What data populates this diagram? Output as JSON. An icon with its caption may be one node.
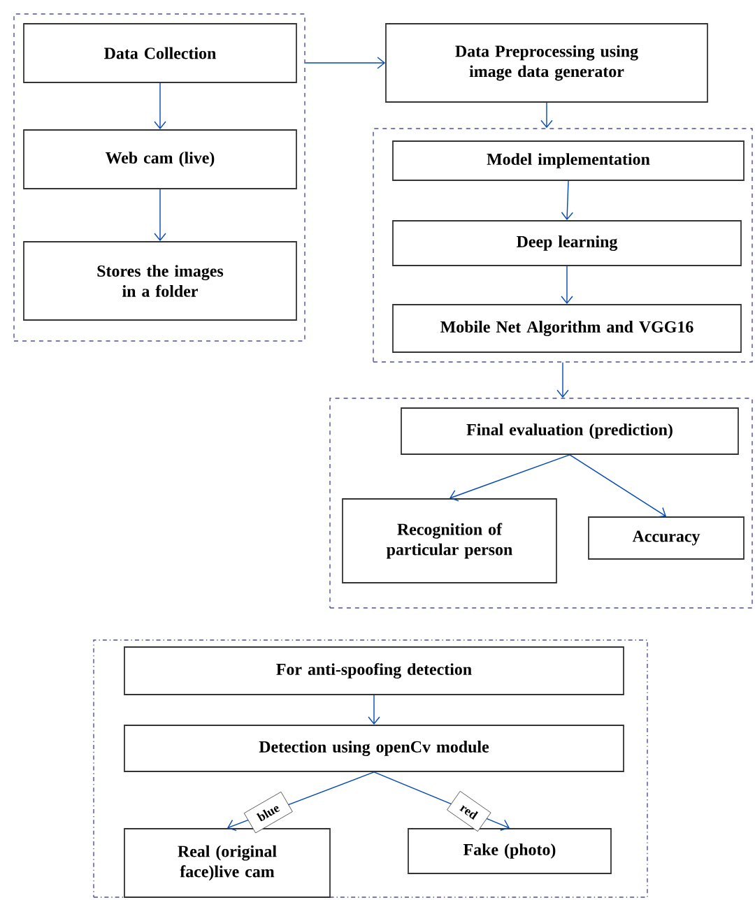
{
  "diagram": {
    "nodes": [
      {
        "text": [],
        "shape": "box"
      },
      {
        "text": [
          "Data Collection"
        ],
        "in": 0
      },
      {
        "text": [
          "Web cam (live)"
        ],
        "in": 0
      },
      {
        "text": [
          "Stores the images in a folder"
        ],
        "in": 0
      },
      {
        "text": [
          "Data Preprocessing using image data generator"
        ]
      },
      {
        "text": [],
        "shape": "box"
      },
      {
        "text": [
          "Model implementation"
        ],
        "in": 5
      },
      {
        "text": [
          "Deep learning"
        ],
        "in": 5
      },
      {
        "text": [
          "Mobile Net Algorithm and VGG16"
        ],
        "in": 5
      },
      {
        "text": [],
        "shape": "box"
      },
      {
        "text": [
          "Final evaluation (prediction)"
        ],
        "in": 9
      },
      {
        "text": [
          "Recognition of particular person"
        ],
        "in": 9
      },
      {
        "text": [
          "Accuracy"
        ],
        "in": 9
      },
      {
        "text": [],
        "shape": "box"
      },
      {
        "text": [
          "For anti-spoofing detection"
        ],
        "in": 13
      },
      {
        "text": [
          "Detection using openCv module"
        ],
        "in": 13
      },
      {
        "text": [
          "Real (original face)live cam"
        ],
        "in": 13
      },
      {
        "text": [
          "Fake (photo)"
        ],
        "in": 13
      }
    ],
    "edges": [
      {
        "from": 0,
        "to": 4,
        "arrow": "to"
      },
      {
        "from": 1,
        "to": 2,
        "arrow": "to"
      },
      {
        "from": 2,
        "to": 3,
        "arrow": "to"
      },
      {
        "from": 4,
        "to": 5,
        "arrow": "to"
      },
      {
        "from": 6,
        "to": 7,
        "arrow": "to"
      },
      {
        "from": 7,
        "to": 8,
        "arrow": "to"
      },
      {
        "from": 5,
        "to": 9,
        "arrow": "to"
      },
      {
        "from": 10,
        "to": 11,
        "arrow": "to"
      },
      {
        "from": 10,
        "to": 12,
        "arrow": "to"
      },
      {
        "from": 14,
        "to": 15,
        "arrow": "to"
      },
      {
        "from": 15,
        "to": 16,
        "arrow": "to",
        "label": "blue"
      },
      {
        "from": 15,
        "to": 17,
        "arrow": "to",
        "label": "red"
      }
    ]
  }
}
